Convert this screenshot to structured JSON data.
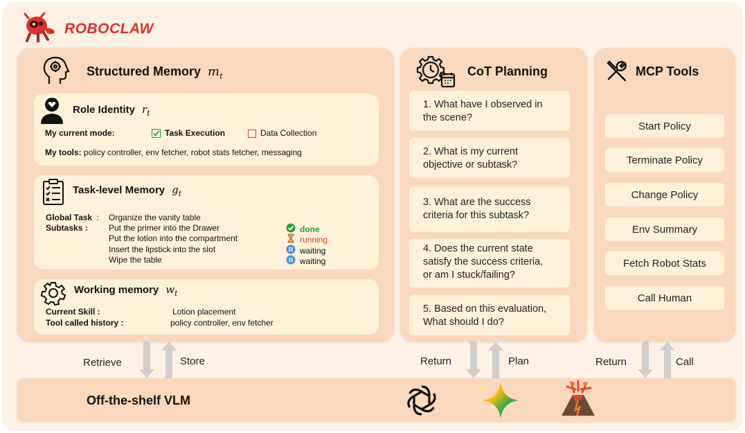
{
  "brand": {
    "name": "ROBOCLAW"
  },
  "memory": {
    "title": "Structured Memory",
    "symbol": "m",
    "role": {
      "title": "Role Identity",
      "symbol": "r",
      "mode_label": "My current mode:",
      "mode_selected": "Task Execution",
      "mode_other": "Data Collection",
      "tools_label": "My tools:",
      "tools_value": "policy controller, env fetcher, robot stats fetcher, messaging"
    },
    "task": {
      "title": "Task-level Memory",
      "symbol": "g",
      "global_label": "Global  Task",
      "global_sep": ":",
      "global_value": "Organize the vanity table",
      "subtasks_label": "Subtasks  :",
      "subtasks": [
        {
          "text": "Put the primer into the Drawer",
          "status": "done"
        },
        {
          "text": "Put the lotion  into the compartment",
          "status": "running"
        },
        {
          "text": "Insert the lipstick into the slot",
          "status": "waiting"
        },
        {
          "text": "Wipe the table",
          "status": "waiting"
        }
      ]
    },
    "working": {
      "title": "Working memory",
      "symbol": "w",
      "skill_label": "Current Skill  :",
      "skill_value": "Lotion  placement",
      "history_label": "Tool  called history :",
      "history_value": "policy controller,  env fetcher"
    }
  },
  "cot": {
    "title": "CoT Planning",
    "questions": [
      {
        "l1": "1. What have I observed in",
        "l2": "the scene?"
      },
      {
        "l1": "2. What is my current",
        "l2": "objective or subtask?"
      },
      {
        "l1": "3. What are the success",
        "l2": "criteria for this subtask?"
      },
      {
        "l1": "4. Does the current state",
        "l2": "satisfy the success criteria,",
        "l3": "or am I stuck/failing?"
      },
      {
        "l1": "5. Based on this evaluation,",
        "l2": "What should I do?"
      }
    ]
  },
  "mcp": {
    "title": "MCP Tools",
    "tools": [
      "Start Policy",
      "Terminate Policy",
      "Change Policy",
      "Env Summary",
      "Fetch Robot Stats",
      "Call Human"
    ]
  },
  "arrows": {
    "retrieve": "Retrieve",
    "store": "Store",
    "return1": "Return",
    "plan": "Plan",
    "return2": "Return",
    "call": "Call"
  },
  "vlm": {
    "title": "Off-the-shelf VLM"
  },
  "icons": [
    "robot-logo-icon",
    "head-brain-icon",
    "person-heart-icon",
    "clipboard-checklist-icon",
    "gear-icon",
    "clock-gear-icon",
    "wrench-screwdriver-icon",
    "openai-logo-icon",
    "gemini-star-icon",
    "volcano-icon",
    "checkmark-done-icon",
    "hourglass-icon",
    "pause-icon"
  ],
  "colors": {
    "brand": "#d8322b",
    "panel": "#f9d8bd",
    "card": "#fdf1d9",
    "done": "#27a33a",
    "running": "#e3382a",
    "waiting": "#4a90d9"
  }
}
